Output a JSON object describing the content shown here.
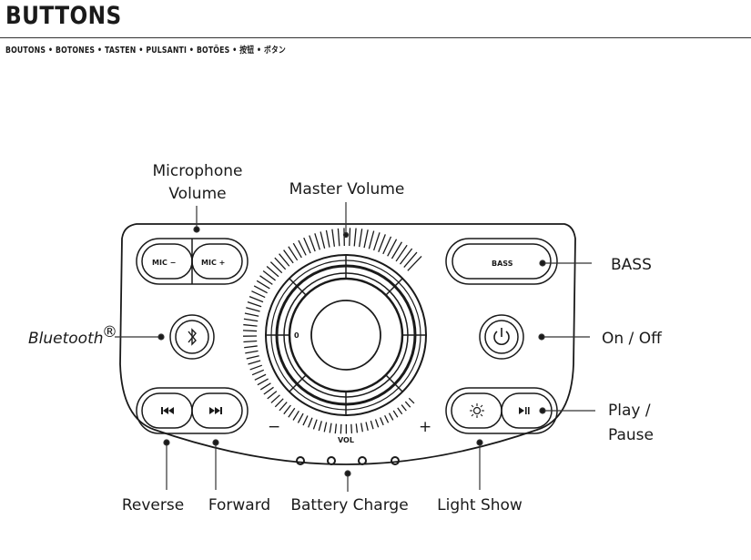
{
  "header": {
    "title": "BUTTONS",
    "subtitle": "BOUTONS • BOTONES • TASTEN • PULSANTI • BOTÕES • 按钮 • ボタン"
  },
  "labels": {
    "mic_volume_line1": "Microphone",
    "mic_volume_line2": "Volume",
    "master_volume": "Master Volume",
    "bass": "BASS",
    "bluetooth": "Bluetooth",
    "bluetooth_reg": "®",
    "on_off": "On / Off",
    "play_pause_line1": "Play /",
    "play_pause_line2": "Pause",
    "reverse": "Reverse",
    "forward": "Forward",
    "battery_charge": "Battery Charge",
    "light_show": "Light Show"
  },
  "panel": {
    "mic_minus": "MIC −",
    "mic_plus": "MIC +",
    "bass_button": "BASS",
    "vol_text": "VOL",
    "dial_zero": "0",
    "minus_sign": "−",
    "plus_sign": "+"
  },
  "icons": {
    "bluetooth": "bluetooth-icon",
    "power": "power-icon",
    "reverse": "skip-back-icon",
    "forward": "skip-forward-icon",
    "light": "sun-icon",
    "play_pause": "play-pause-icon"
  }
}
